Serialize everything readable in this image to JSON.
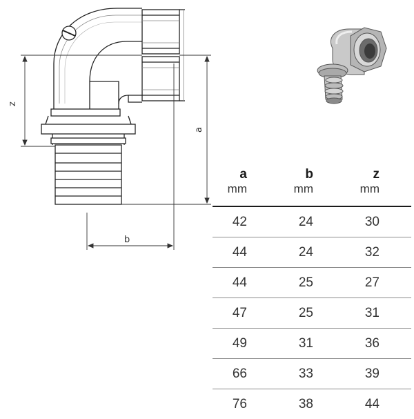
{
  "drawing": {
    "dimension_labels": {
      "z": "z",
      "a": "a",
      "b": "b"
    }
  },
  "table": {
    "headers": [
      "a",
      "b",
      "z"
    ],
    "units": [
      "mm",
      "mm",
      "mm"
    ],
    "rows": [
      [
        "42",
        "24",
        "30"
      ],
      [
        "44",
        "24",
        "32"
      ],
      [
        "44",
        "25",
        "27"
      ],
      [
        "47",
        "25",
        "31"
      ],
      [
        "49",
        "31",
        "36"
      ],
      [
        "66",
        "33",
        "39"
      ],
      [
        "76",
        "38",
        "44"
      ]
    ]
  }
}
